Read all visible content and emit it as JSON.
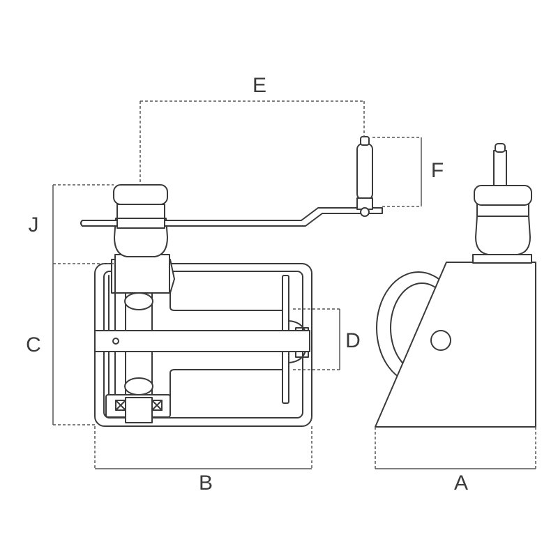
{
  "labels": {
    "A": "A",
    "B": "B",
    "C": "C",
    "D": "D",
    "E": "E",
    "F": "F",
    "J": "J"
  }
}
